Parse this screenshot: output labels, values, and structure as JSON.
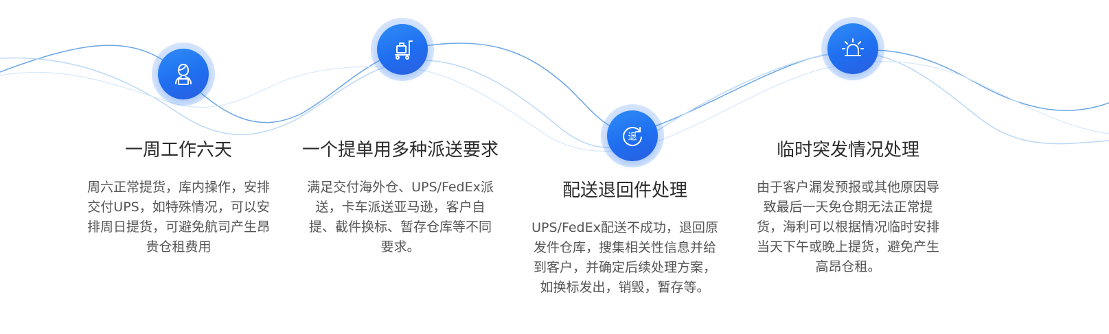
{
  "features": [
    {
      "icon": "support-agent-icon",
      "title": "一周工作六天",
      "description": "周六正常提货，库内操作，安排交付UPS，如特殊情况，可以安排周日提货，可避免航司产生昂贵仓租费用"
    },
    {
      "icon": "cart-icon",
      "title": "一个提单用多种派送要求",
      "description": "满足交付海外仓、UPS/FedEx派送，卡车派送亚马逊，客户自提、截件换标、暂存仓库等不同要求。"
    },
    {
      "icon": "return-icon",
      "icon_text": "退",
      "title": "配送退回件处理",
      "description": "UPS/FedEx配送不成功，退回原发件仓库，搜集相关性信息并给到客户，并确定后续处理方案，如换标发出，销毁，暂存等。"
    },
    {
      "icon": "alarm-icon",
      "title": "临时突发情况处理",
      "description": "由于客户漏发预报或其他原因导致最后一天免仓期无法正常提货，海利可以根据情况临时安排当天下午或晚上提货，避免产生高昂仓租。"
    }
  ],
  "colors": {
    "accent": "#1f6ef0",
    "wave_dark": "#6aa6e8",
    "wave_light": "#bcd8f5"
  }
}
